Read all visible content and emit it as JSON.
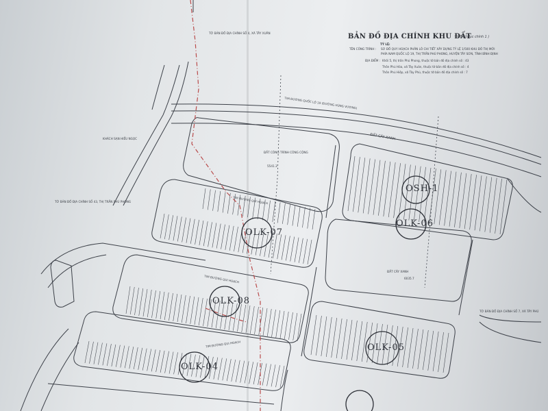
{
  "header": {
    "title": "BẢN ĐỒ ĐỊA CHÍNH KHU ĐẤT",
    "extract_note": "( Trích lục chính 1 )",
    "scale_label": "TỶ LỆ:",
    "project_label": "TÊN CÔNG TRÌNH :",
    "project_line1": "SƠ ĐỒ QUY HOẠCH PHÂN LÔ CHI TIẾT XÂY DỰNG TỶ LỆ 1/500 KHU ĐÔ THỊ MỚI",
    "project_line2": "PHÍA NAM QUỐC LỘ 19, THỊ TRẤN PHÚ PHONG, HUYỆN TÂY SƠN, TỈNH BÌNH ĐỊNH",
    "location_label": "ĐỊA ĐIỂM :",
    "location_line1": "Khối 5, thị trấn Phú Phong, thuộc tờ bản đồ địa chính số : 43",
    "location_line2": "Thôn Phú Hòa, xã Tây Xuân, thuộc tờ bản đồ địa chính số : 4",
    "location_line3": "Thôn Phú Hiệp, xã Tây Phú, thuộc tờ bản đồ địa chính số : 7"
  },
  "map_labels": {
    "road_top": "TIM ĐƯỜNG QUỐC LỘ 19 (ĐƯỜNG HÙNG VƯƠNG)",
    "road_plan": "TIM ĐƯỜNG QUI HOẠCH",
    "land_green": "ĐẤT CÂY XANH",
    "land_public": "ĐẤT CÔNG TRÌNH CÔNG CỘNG",
    "sheet_left": "TỜ BẢN ĐỒ ĐỊA CHÍNH SỐ 43, THỊ TRẤN PHÚ PHONG",
    "sheet_top": "TỜ BẢN ĐỒ ĐỊA CHÍNH SỐ 4, XÃ TÂY XUÂN",
    "sheet_right": "TỜ BẢN ĐỒ ĐỊA CHÍNH SỐ 7, XÃ TÂY PHÚ",
    "hotel_area": "KHÁCH SẠN HIẾU NGỌC",
    "area_1": "5541.3",
    "area_2": "6035.7"
  },
  "blocks": [
    {
      "label": "OLK-07"
    },
    {
      "label": "OLK-08"
    },
    {
      "label": "OLK-04"
    },
    {
      "label": "OLK-05"
    },
    {
      "label": "OLK-06"
    },
    {
      "label": "OSH-1"
    }
  ],
  "colors": {
    "line": "#3c4048",
    "road_red": "#b94a4a",
    "paper": "#e6e8ea"
  }
}
